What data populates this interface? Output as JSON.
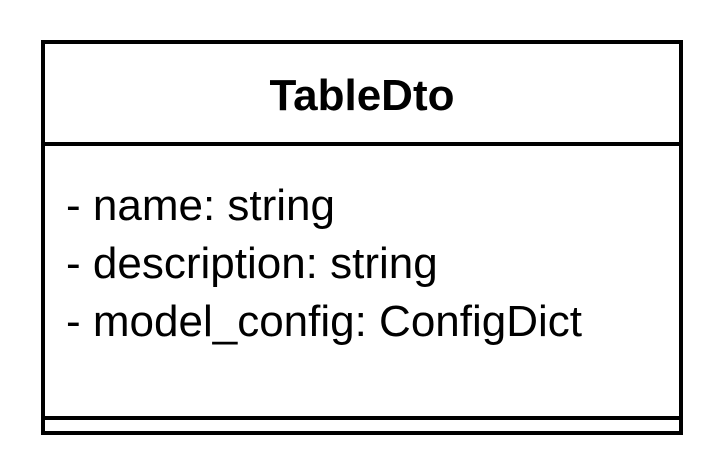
{
  "class": {
    "name": "TableDto",
    "attributes": [
      "- name: string",
      "- description: string",
      "- model_config: ConfigDict"
    ],
    "methods": []
  },
  "colors": {
    "border": "#000000",
    "background": "#ffffff",
    "text": "#000000"
  }
}
